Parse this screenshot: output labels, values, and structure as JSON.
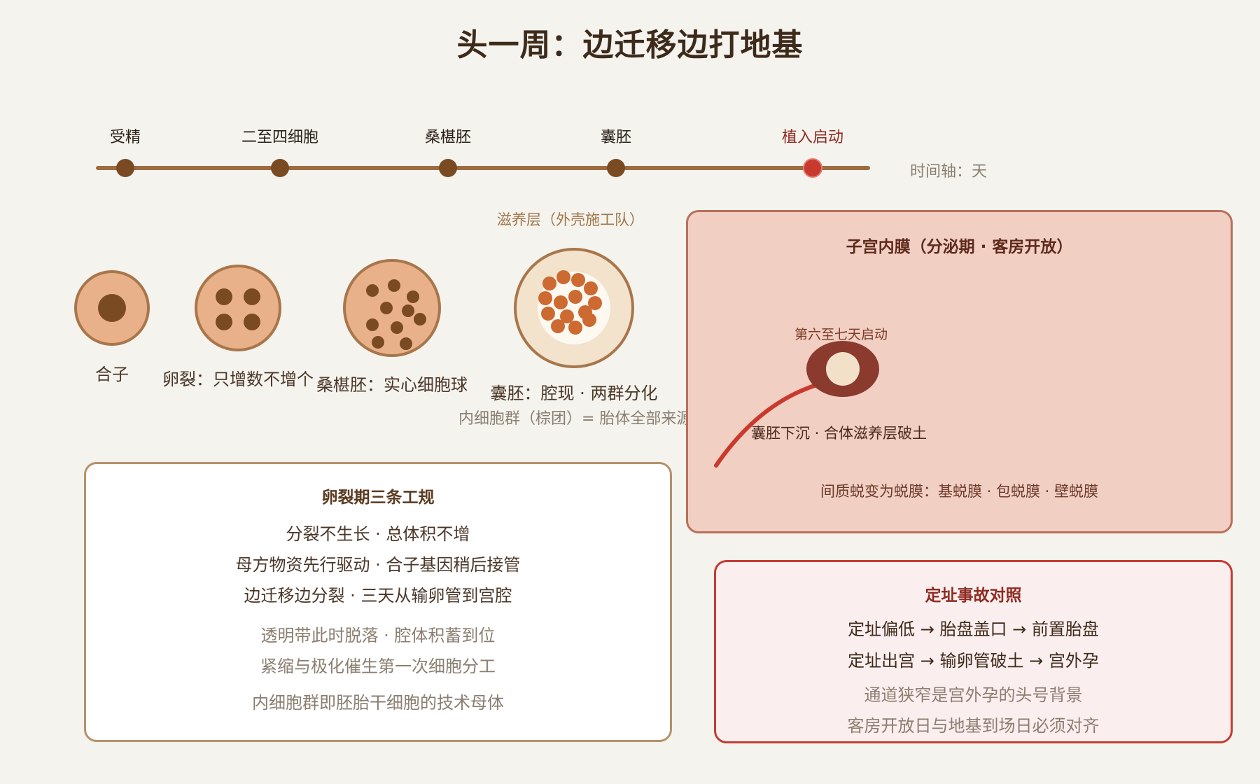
{
  "title": "头一周：边迁移边打地基",
  "timeline": {
    "stages": [
      "受精",
      "二至四细胞",
      "桑椹胚",
      "囊胚",
      "植入启动"
    ],
    "axis_label": "时间轴：天",
    "colors": {
      "line": "#9c6d42",
      "node": "#7a4a22",
      "active": "#c93a2e"
    }
  },
  "cells": {
    "zygote": "合子",
    "cleavage": "卵裂：只增数不增个",
    "morula": "桑椹胚：实心细胞球",
    "blastocyst": "囊胚：腔现 · 两群分化",
    "blastocyst_note": "内细胞群（棕团）= 胎体全部来源",
    "trophoblast_label": "滋养层（外壳施工队）"
  },
  "endometrium": {
    "title": "子宫内膜（分泌期 · 客房开放）",
    "start_label": "第六至七天启动",
    "sink_label": "囊胚下沉 · 合体滋养层破土",
    "decidua_label": "间质蜕变为蜕膜：基蜕膜 · 包蜕膜 · 壁蜕膜"
  },
  "rules": {
    "title": "卵裂期三条工规",
    "main": [
      "分裂不生长 · 总体积不增",
      "母方物资先行驱动 · 合子基因稍后接管",
      "边迁移边分裂 · 三天从输卵管到宫腔"
    ],
    "minor": [
      "透明带此时脱落 · 腔体积蓄到位",
      "紧缩与极化催生第一次细胞分工",
      "内细胞群即胚胎干细胞的技术母体"
    ]
  },
  "accidents": {
    "title": "定址事故对照",
    "main": [
      "定址偏低 → 胎盘盖口 → 前置胎盘",
      "定址出宫 → 输卵管破土 → 宫外孕"
    ],
    "minor": [
      "通道狭窄是宫外孕的头号背景",
      "客房开放日与地基到场日必须对齐"
    ]
  }
}
